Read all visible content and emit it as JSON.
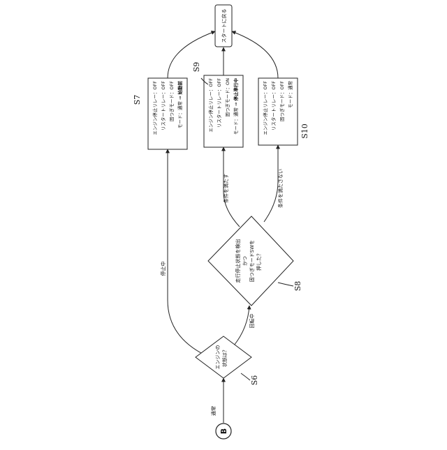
{
  "terminal": {
    "label": "スタートに戻る"
  },
  "connector": {
    "label": "B"
  },
  "entry": {
    "label": "通常"
  },
  "decision_s6": {
    "step": "S6",
    "line1": "エンジンの",
    "line2": "状態は？",
    "branch_stop": "停止中",
    "branch_run": "回転中"
  },
  "decision_s8": {
    "step": "S8",
    "line1": "走行停止状態を検出",
    "line2": "かつ",
    "line3": "固つぎモードSWを",
    "line4": "押した？",
    "branch_yes": "条件を満たす",
    "branch_no": "条件を満たさない"
  },
  "box_s7": {
    "step": "S7",
    "line1": "エンジン停止リレー：OFF",
    "line2": "リスタートリレー：OFF",
    "line3": "固つぎモード：OFF",
    "line4a": "モード：通常",
    "line4b": "⇒",
    "line4c": "始動前"
  },
  "box_s9": {
    "step": "S9",
    "line1": "エンジン停止リレー：OFF",
    "line2": "リスタートリレー：OFF",
    "line3": "固つぎモード：ON",
    "line4a": "モード：通常",
    "line4b": "⇒",
    "line4c": "停止準行中"
  },
  "box_s10": {
    "step": "S10",
    "line1": "エンジン停止リレー：OFF",
    "line2": "リスタートリレー：OFF",
    "line3": "固つぎモード：OFF",
    "line4": "モード：通常"
  }
}
